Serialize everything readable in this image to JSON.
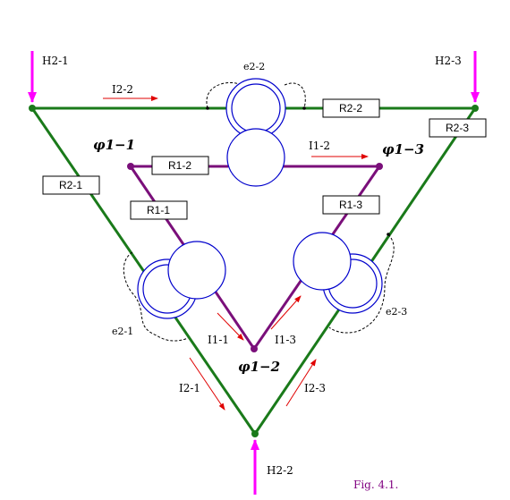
{
  "colors": {
    "outer_line": "#1a7a1a",
    "inner_line": "#7a0f7a",
    "input_arrow": "#ff00ff",
    "current_arrow": "#e00000",
    "winding": "#0000cc",
    "figure_label": "#800080"
  },
  "labels": {
    "h2_1": "H2-1",
    "h2_2": "H2-2",
    "h2_3": "H2-3",
    "e2_1": "e2-1",
    "e2_2": "e2-2",
    "e2_3": "e2-3",
    "i2_1": "I2-1",
    "i2_2": "I2-2",
    "i2_3": "I2-3",
    "i1_1": "I1-1",
    "i1_2": "I1-2",
    "i1_3": "I1-3",
    "r2_1": "R2-1",
    "r2_2": "R2-2",
    "r2_3": "R2-3",
    "r1_1": "R1-1",
    "r1_2": "R1-2",
    "r1_3": "R1-3",
    "phi_1_1": "φ1−1",
    "phi_1_2": "φ1−2",
    "phi_1_3": "φ1−3",
    "figure": "Fig. 4.1."
  }
}
